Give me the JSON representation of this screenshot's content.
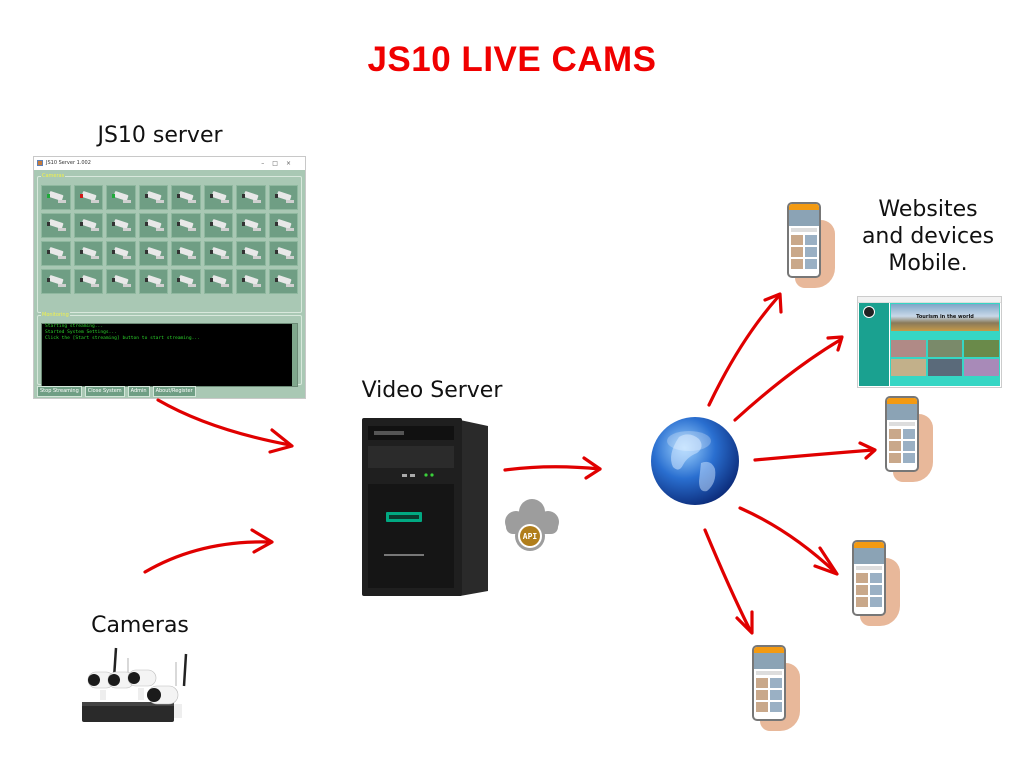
{
  "title": "JS10 LIVE CAMS",
  "colors": {
    "title": "#f00000",
    "arrows": "#e00000",
    "app_bg": "#a9c8b4",
    "cam_tile": "#6f9e84",
    "console_text": "#2bd42b"
  },
  "nodes": {
    "js10_server": {
      "label": "JS10 server"
    },
    "cameras": {
      "label": "Cameras"
    },
    "video_server": {
      "label": "Video Server"
    },
    "api": {
      "label": "API"
    },
    "internet": {
      "label": "globe-icon"
    },
    "clients": {
      "label_lines": [
        "Websites",
        "and devices",
        "Mobile."
      ]
    }
  },
  "app_window": {
    "title": "JS10 Server 1.002",
    "controls": [
      "–",
      "□",
      "×"
    ],
    "cameras_group": "Cameras",
    "camera_count": 32,
    "camera_status": [
      "green",
      "red",
      "green",
      "off",
      "off",
      "off",
      "off",
      "off",
      "off",
      "off",
      "off",
      "off",
      "off",
      "off",
      "off",
      "off",
      "off",
      "off",
      "off",
      "off",
      "off",
      "off",
      "off",
      "off",
      "off",
      "off",
      "off",
      "off",
      "off",
      "off",
      "off",
      "off"
    ],
    "monitoring_group": "Monitoring",
    "console_lines": [
      "Starting streaming...",
      "Started System Settings...",
      "Click the [Start streaming] button to start streaming..."
    ],
    "buttons": [
      "Stop Streaming",
      "Close System",
      "Admin",
      "About/Register"
    ]
  },
  "website": {
    "banner_text": "Tourism in the world"
  }
}
